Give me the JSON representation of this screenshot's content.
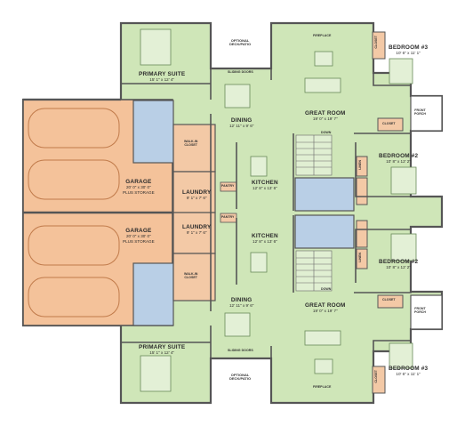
{
  "colors": {
    "green": "#cfe6b8",
    "orange": "#f4c29a",
    "blue": "#b9cfe6",
    "tan": "#f3c9a6",
    "wall": "#555555",
    "porch": "#ffffff"
  },
  "upper": {
    "primary_suite": {
      "name": "PRIMARY SUITE",
      "dim": "15' 1\" x 12' 4\""
    },
    "deck": {
      "name": "OPTIONAL\nDECK/PATIO"
    },
    "sliding_doors": "SLIDING DOORS",
    "fireplace": "FIREPLACE",
    "closet": "CLOSET",
    "bedroom3": {
      "name": "BEDROOM #3",
      "dim": "10' 6\" x 11' 1\""
    },
    "front_porch": "FRONT\nPORCH",
    "dining": {
      "name": "DINING",
      "dim": "12' 11\" x 9' 6\""
    },
    "great_room": {
      "name": "GREAT ROOM",
      "dim": "19' 0\" x 19' 7\""
    },
    "down": "DOWN",
    "closet2": "CLOSET",
    "bedroom2": {
      "name": "BEDROOM #2",
      "dim": "10' 8\" x 12' 2\""
    },
    "walkin": {
      "name": "WALK-IN\nCLOSET"
    },
    "garage": {
      "name": "GARAGE",
      "dim": "20' 0\" x 30' 0\"",
      "extra": "PLUS STORAGE"
    },
    "kitchen": {
      "name": "KITCHEN",
      "dim": "12' 8\" x 13' 6\""
    },
    "laundry": {
      "name": "LAUNDRY",
      "dim": "9' 1\" x 7' 6\""
    },
    "pantry": "PANTRY",
    "linen": "LINEN"
  },
  "lower": {
    "garage": {
      "name": "GARAGE",
      "dim": "20' 0\" x 30' 0\"",
      "extra": "PLUS STORAGE"
    },
    "laundry": {
      "name": "LAUNDRY",
      "dim": "9' 1\" x 7' 6\""
    },
    "pantry": "PANTRY",
    "kitchen": {
      "name": "KITCHEN",
      "dim": "12' 8\" x 13' 6\""
    },
    "linen": "LINEN",
    "bedroom2": {
      "name": "BEDROOM #2",
      "dim": "10' 8\" x 12' 2\""
    },
    "walkin": {
      "name": "WALK-IN\nCLOSET"
    },
    "down": "DOWN",
    "closet2": "CLOSET",
    "front_porch": "FRONT\nPORCH",
    "dining": {
      "name": "DINING",
      "dim": "12' 11\" x 9' 6\""
    },
    "great_room": {
      "name": "GREAT ROOM",
      "dim": "19' 0\" x 19' 7\""
    },
    "primary_suite": {
      "name": "PRIMARY SUITE",
      "dim": "15' 1\" x 12' 4\""
    },
    "sliding_doors": "SLIDING DOORS",
    "deck": {
      "name": "OPTIONAL\nDECK/PATIO"
    },
    "fireplace": "FIREPLACE",
    "bedroom3": {
      "name": "BEDROOM #3",
      "dim": "10' 6\" x 11' 1\""
    },
    "closet": "CLOSET"
  }
}
